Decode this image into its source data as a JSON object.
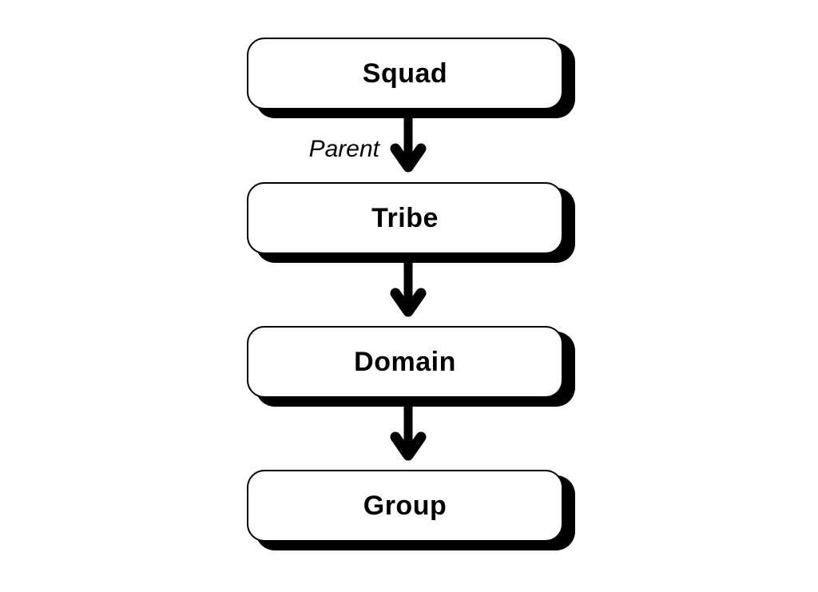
{
  "diagram": {
    "type": "flowchart",
    "background_color": "#ffffff",
    "node_fill_color": "#ffffff",
    "stroke_color": "#000000",
    "shadow_color": "#000000",
    "nodes": [
      {
        "id": "squad",
        "label": "Squad"
      },
      {
        "id": "tribe",
        "label": "Tribe"
      },
      {
        "id": "domain",
        "label": "Domain"
      },
      {
        "id": "group",
        "label": "Group"
      }
    ],
    "edges": [
      {
        "from": "Squad",
        "to": "Tribe",
        "label": "Parent",
        "direction": "down"
      },
      {
        "from": "Tribe",
        "to": "Domain",
        "direction": "down"
      },
      {
        "from": "Domain",
        "to": "Group",
        "direction": "down"
      }
    ]
  }
}
